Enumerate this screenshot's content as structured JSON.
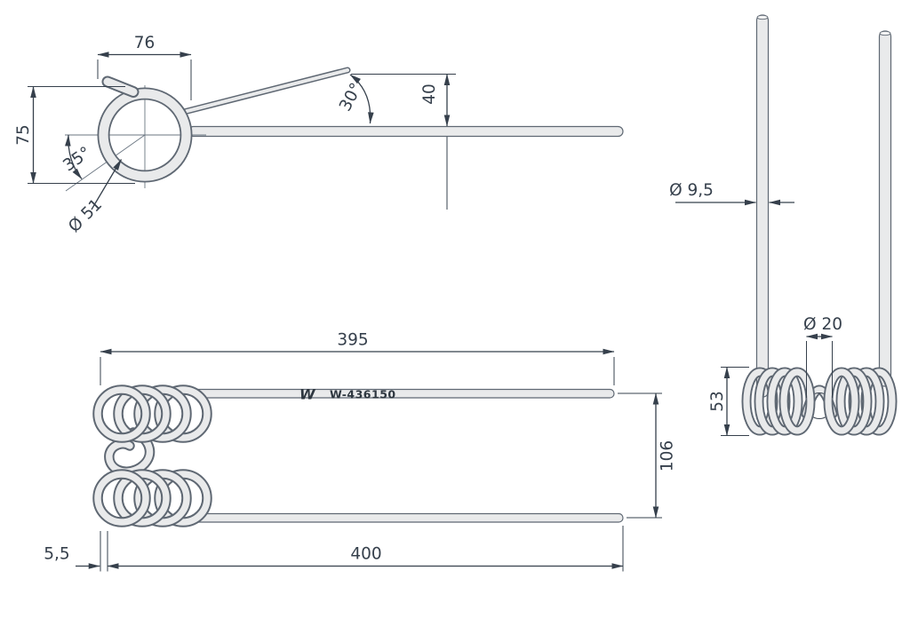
{
  "drawing": {
    "part_number": "W-436150",
    "brand_logo": "W",
    "views": {
      "side": {
        "dims": {
          "top_width": "76",
          "left_height": "75",
          "coil_angle": "35°",
          "coil_inner_diameter": "Ø 51",
          "leg_angle": "30°",
          "leg_offset": "40"
        }
      },
      "top": {
        "dims": {
          "upper_arm_length": "395",
          "lower_arm_length": "400",
          "arm_offset": "5,5",
          "arm_spacing": "106"
        }
      },
      "front": {
        "dims": {
          "wire_diameter": "Ø 9,5",
          "center_gap_diameter": "Ø 20",
          "coil_height": "53"
        }
      }
    },
    "colors": {
      "line": "#36404c",
      "wire_fill": "#e9eaeb",
      "wire_outline": "#5f6873",
      "background": "#ffffff"
    }
  }
}
